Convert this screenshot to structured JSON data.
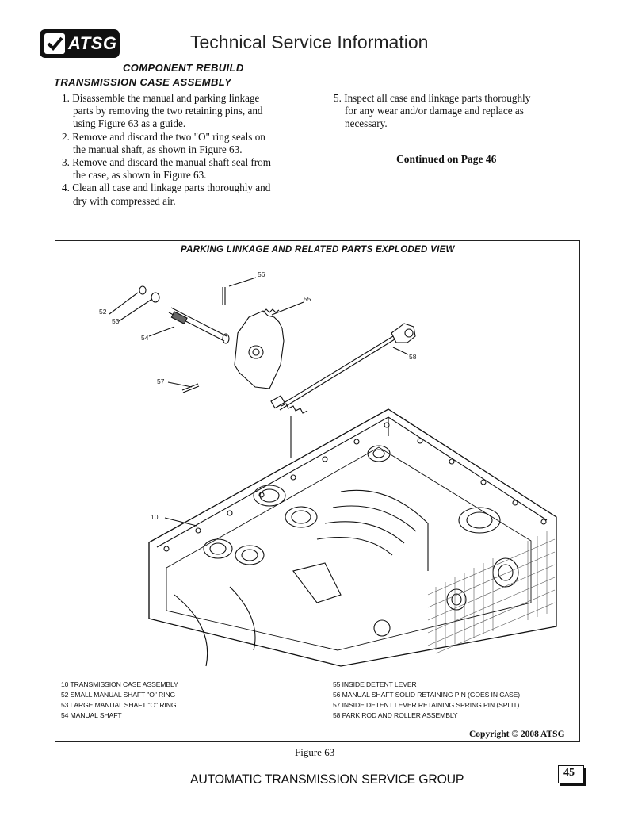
{
  "header": {
    "logo_text": "ATSG",
    "title": "Technical Service Information"
  },
  "section_heading": "COMPONENT REBUILD",
  "sub_heading": "TRANSMISSION CASE ASSEMBLY",
  "steps_left": [
    {
      "lines": [
        "1. Disassemble the manual and parking linkage",
        "parts by removing the two retaining pins, and",
        "using Figure 63 as a guide."
      ]
    },
    {
      "lines": [
        "2. Remove and discard the two \"O\" ring seals on",
        "the manual shaft, as shown in Figure 63."
      ]
    },
    {
      "lines": [
        "3. Remove and discard the manual shaft seal from",
        "the case, as shown in Figure 63."
      ]
    },
    {
      "lines": [
        "4. Clean all case and linkage parts thoroughly and",
        "dry with compressed air."
      ]
    }
  ],
  "steps_right": [
    {
      "lines": [
        "5. Inspect all case and linkage parts thoroughly",
        "for any wear and/or damage and replace as",
        "necessary."
      ]
    }
  ],
  "continued": "Continued on Page 46",
  "figure": {
    "title": "PARKING LINKAGE AND RELATED PARTS EXPLODED VIEW",
    "callouts": {
      "c10": "10",
      "c52": "52",
      "c53": "53",
      "c54": "54",
      "c55": "55",
      "c56": "56",
      "c57": "57",
      "c58": "58"
    },
    "legend_left": [
      "10  TRANSMISSION CASE ASSEMBLY",
      "52  SMALL MANUAL SHAFT \"O\" RING",
      "53  LARGE MANUAL SHAFT \"O\" RING",
      "54  MANUAL SHAFT"
    ],
    "legend_right": [
      "55  INSIDE DETENT LEVER",
      "56  MANUAL SHAFT SOLID RETAINING PIN  (GOES IN CASE)",
      "57  INSIDE DETENT LEVER RETAINING SPRING PIN (SPLIT)",
      "58  PARK ROD AND ROLLER ASSEMBLY"
    ],
    "copyright": "Copyright © 2008 ATSG",
    "caption": "Figure 63"
  },
  "footer": {
    "text": "AUTOMATIC TRANSMISSION SERVICE GROUP",
    "page_number": "45"
  }
}
